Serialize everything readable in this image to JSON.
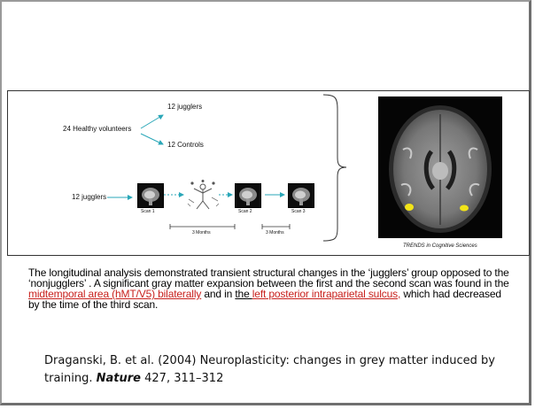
{
  "figure": {
    "group_volunteers": "24 Healthy volunteers",
    "group_jugglers_top": "12 jugglers",
    "group_controls": "12 Controls",
    "group_jugglers_row": "12 jugglers",
    "scan1": "Scan 1",
    "scan2": "Scan 2",
    "scan3": "Scan 3",
    "interval1": "3 Months",
    "interval2": "3 Months",
    "credit": "TRENDS in Cognitive Sciences"
  },
  "caption": {
    "part1": "The longitudinal analysis demonstrated transient structural changes in the ‘jugglers’ group opposed to the ‘nonjugglers’ . A significant gray matter expansion between the first and the second scan was found in the ",
    "link1": "midtemporal area (hMT/V5) bilaterally",
    "part2": " and in ",
    "link2_the": "the ",
    "link2": "left posterior intraparietal sulcus,",
    "part3": " which had decreased by the time of the third scan."
  },
  "citation": {
    "text": "Draganski, B. et al. (2004) Neuroplasticity: changes in grey matter induced by training. ",
    "journal": "Nature",
    "ref": " 427, 311–312"
  },
  "colors": {
    "arrow": "#2aa7b8",
    "highlight": "#c8211d",
    "activation": "#f2e418"
  }
}
